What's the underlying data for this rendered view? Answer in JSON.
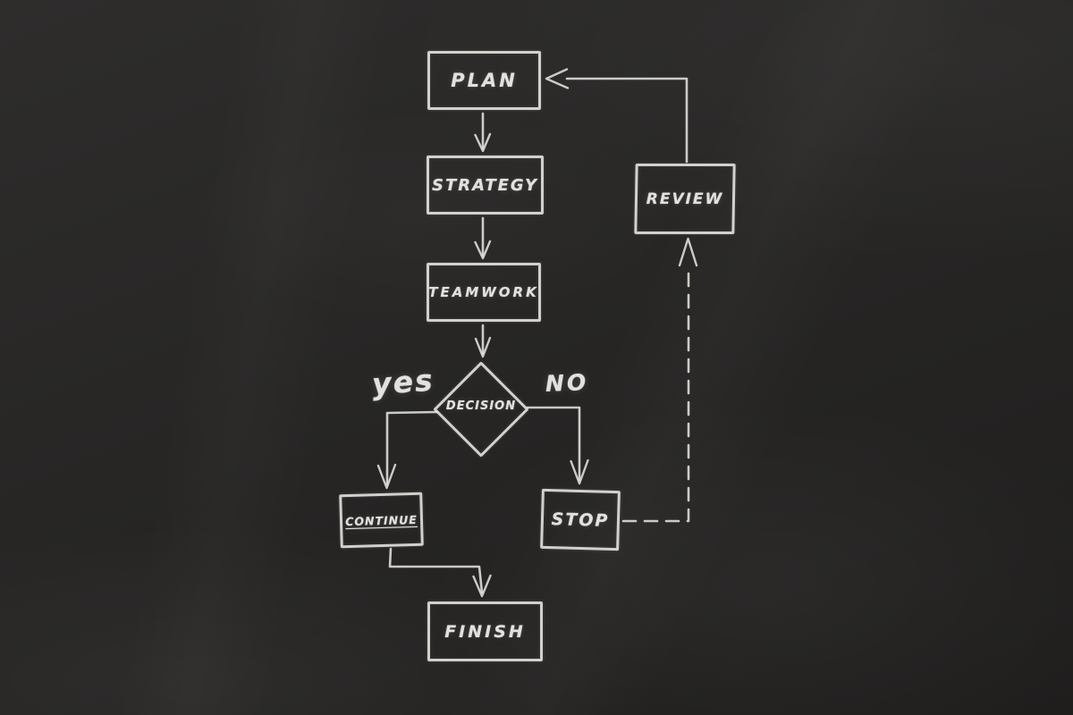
{
  "board": {
    "background_color": "#272625",
    "chalk_color": "#e3e1dd",
    "style": "hand-drawn chalk flowchart on blackboard"
  },
  "nodes": {
    "plan": {
      "label": "PLAN",
      "shape": "rectangle"
    },
    "strategy": {
      "label": "STRATEGY",
      "shape": "rectangle"
    },
    "teamwork": {
      "label": "TEAMWORK",
      "shape": "rectangle"
    },
    "decision": {
      "label": "DECISION",
      "shape": "diamond"
    },
    "continue": {
      "label": "CONTINUE",
      "shape": "rectangle",
      "underlined": true
    },
    "stop": {
      "label": "STOP",
      "shape": "rectangle"
    },
    "finish": {
      "label": "FINISH",
      "shape": "rectangle"
    },
    "review": {
      "label": "REVIEW",
      "shape": "rectangle"
    }
  },
  "edge_labels": {
    "yes": "yes",
    "no": "NO"
  },
  "edges": [
    {
      "from": "PLAN",
      "to": "STRATEGY",
      "style": "solid-arrow"
    },
    {
      "from": "STRATEGY",
      "to": "TEAMWORK",
      "style": "solid-arrow"
    },
    {
      "from": "TEAMWORK",
      "to": "DECISION",
      "style": "solid-arrow"
    },
    {
      "from": "DECISION",
      "to": "CONTINUE",
      "style": "solid-arrow",
      "label": "yes"
    },
    {
      "from": "DECISION",
      "to": "STOP",
      "style": "solid-arrow",
      "label": "NO"
    },
    {
      "from": "CONTINUE",
      "to": "FINISH",
      "style": "solid-arrow"
    },
    {
      "from": "STOP",
      "to": "REVIEW",
      "style": "dashed-arrow"
    },
    {
      "from": "REVIEW",
      "to": "PLAN",
      "style": "solid-arrow"
    }
  ]
}
